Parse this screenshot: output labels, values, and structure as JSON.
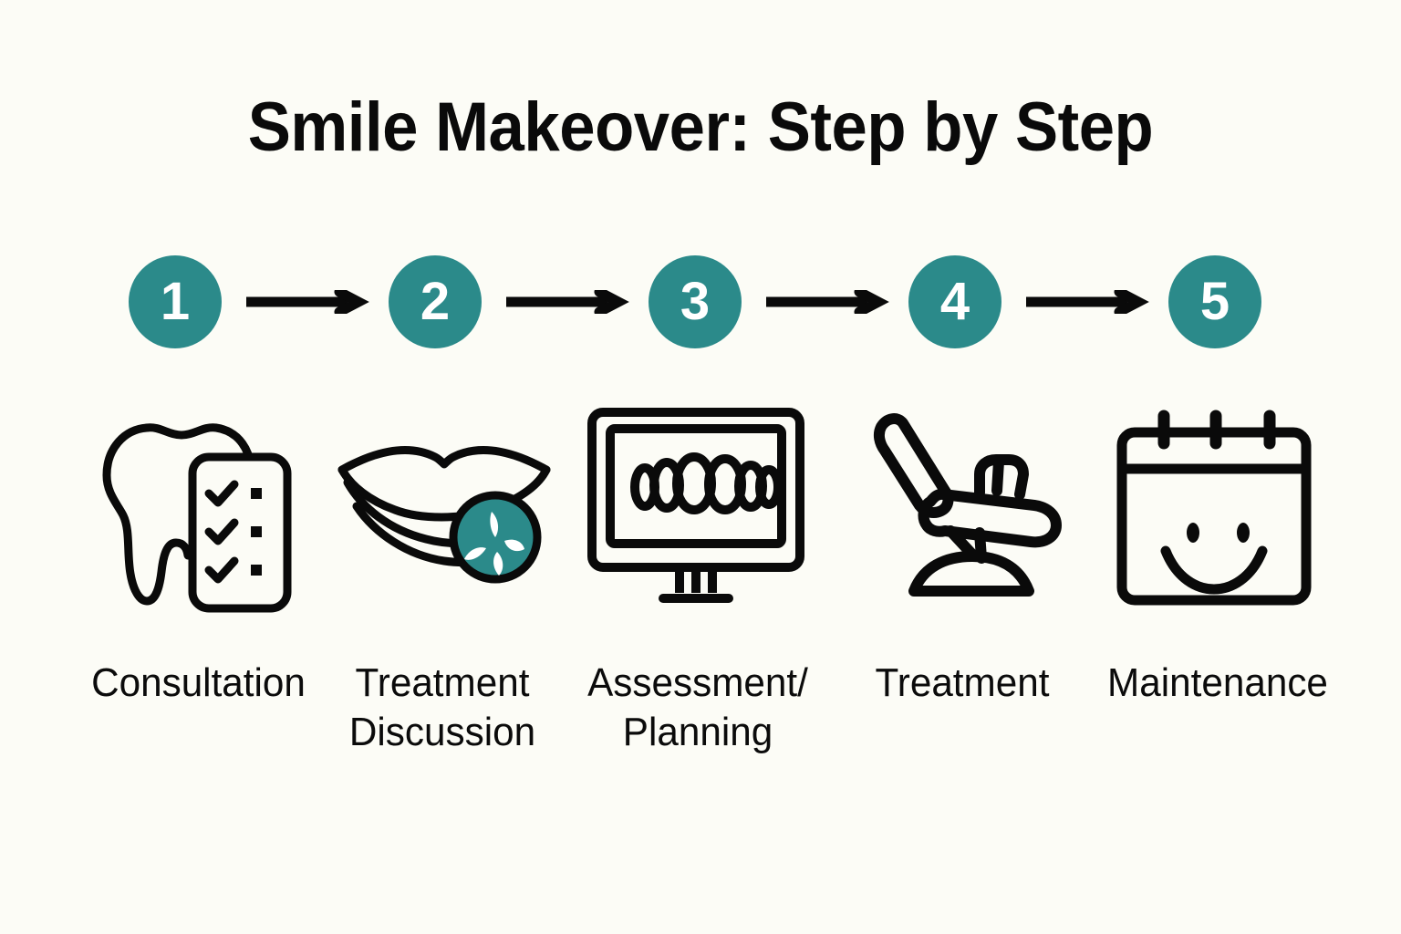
{
  "page": {
    "title": "Smile Makeover: Step by Step",
    "background_color": "#fcfcf6",
    "accent_color": "#2b8a8a",
    "ink_color": "#0a0a0a"
  },
  "steps": [
    {
      "number": "1",
      "label": "Consultation",
      "icon_name": "tooth-checklist-icon"
    },
    {
      "number": "2",
      "label": "Treatment\nDiscussion",
      "icon_name": "smiling-lips-sparkle-icon"
    },
    {
      "number": "3",
      "label": "Assessment/\nPlanning",
      "icon_name": "monitor-teeth-icon"
    },
    {
      "number": "4",
      "label": "Treatment",
      "icon_name": "dental-chair-icon"
    },
    {
      "number": "5",
      "label": "Maintenance",
      "icon_name": "calendar-smile-icon"
    }
  ],
  "arrows": {
    "count": 4,
    "direction": "right",
    "color": "#0a0a0a"
  }
}
